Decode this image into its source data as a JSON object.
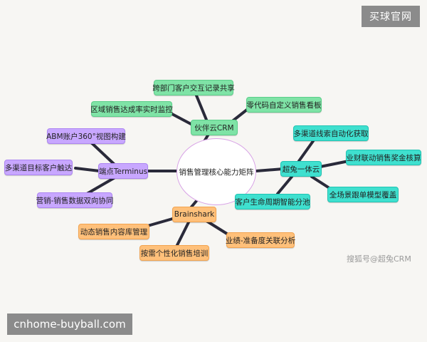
{
  "center": "销售管理核心能力矩阵",
  "branches": {
    "partner_cloud": {
      "label": "伙伴云CRM",
      "children": [
        "跨部门客户交互记录共享",
        "区域销售达成率实时监控",
        "零代码自定义销售看板"
      ]
    },
    "chaotu_cloud": {
      "label": "超兔一体云",
      "children": [
        "多渠道线索自动化获取",
        "业财联动销售奖金核算",
        "全场景跟单模型覆盖",
        "客户生命周期智能分池"
      ]
    },
    "terminus": {
      "label": "端点Terminus",
      "children": [
        "ABM账户360°视图构建",
        "多渠道目标客户触达",
        "营销-销售数据双向协同"
      ]
    },
    "brainshark": {
      "label": "Brainshark",
      "children": [
        "动态销售内容库管理",
        "按需个性化销售培训",
        "业绩-准备度关联分析"
      ]
    }
  },
  "watermarks": {
    "top_right": "买球官网",
    "bottom_left": "cnhome-buyball.com",
    "credit": "搜狐号@超兔CRM"
  }
}
